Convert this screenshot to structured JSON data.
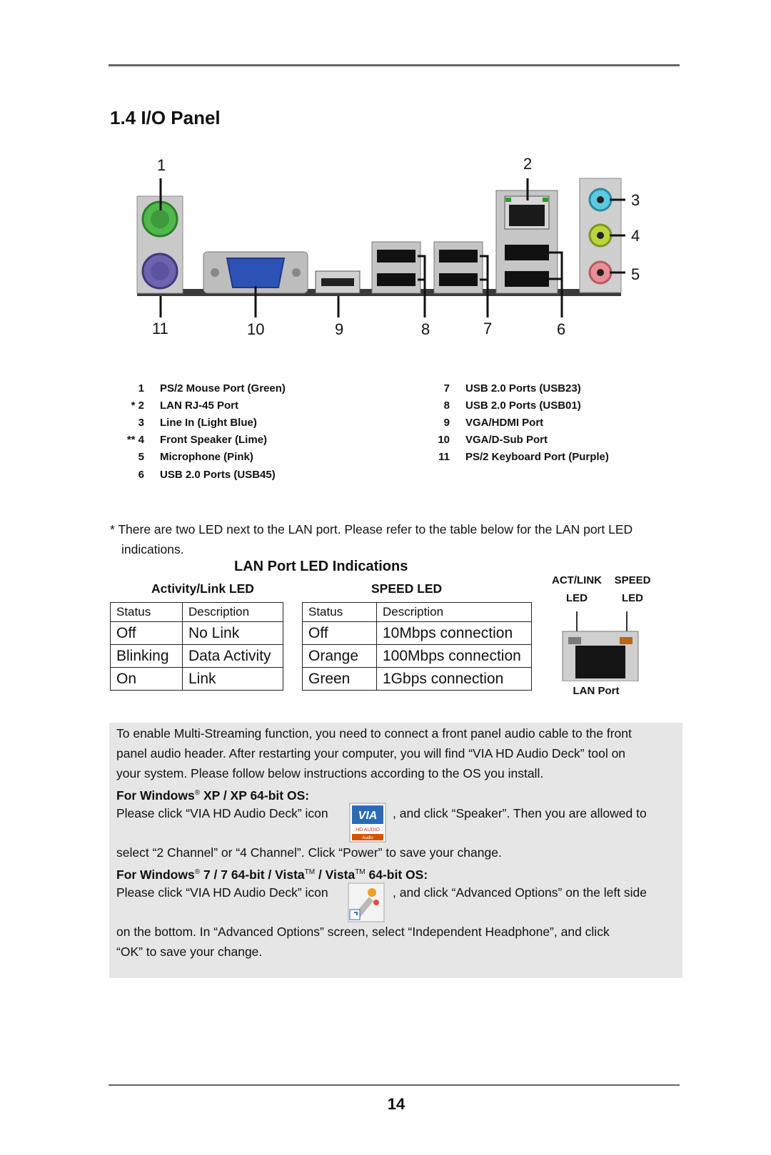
{
  "section_title": "1.4 I/O Panel",
  "diagram": {
    "callouts": [
      "1",
      "2",
      "3",
      "4",
      "5",
      "6",
      "7",
      "8",
      "9",
      "10",
      "11"
    ]
  },
  "legend_left": [
    {
      "num": "1",
      "label": "PS/2  Mouse  Port  (Green)"
    },
    {
      "num": "* 2",
      "label": "LAN  RJ-45  Port"
    },
    {
      "num": "3",
      "label": "Line  In  (Light  Blue)"
    },
    {
      "num": "** 4",
      "label": "Front  Speaker  (Lime)"
    },
    {
      "num": "5",
      "label": "Microphone  (Pink)"
    },
    {
      "num": "6",
      "label": "USB 2.0  Ports  (USB45)"
    }
  ],
  "legend_right": [
    {
      "num": "7",
      "label": "USB 2.0  Ports  (USB23)"
    },
    {
      "num": "8",
      "label": "USB 2.0  Ports  (USB01)"
    },
    {
      "num": "9",
      "label": "VGA/HDMI  Port"
    },
    {
      "num": "10",
      "label": "VGA/D-Sub  Port"
    },
    {
      "num": "11",
      "label": "PS/2  Keyboard  Port  (Purple)"
    }
  ],
  "lan_note": {
    "line1": "* There are two LED next to the LAN port. Please refer to the table below for the LAN port LED",
    "line2": "indications."
  },
  "led_section": {
    "title": "LAN Port LED Indications",
    "activity": {
      "heading": "Activity/Link LED",
      "col_status": "Status",
      "col_desc": "Description",
      "rows": [
        {
          "status": "Off",
          "desc": "No Link"
        },
        {
          "status": "Blinking",
          "desc": "Data Activity"
        },
        {
          "status": "On",
          "desc": "Link"
        }
      ]
    },
    "speed": {
      "heading": "SPEED LED",
      "col_status": "Status",
      "col_desc": "Description",
      "rows": [
        {
          "status": "Off",
          "desc": "10Mbps connection"
        },
        {
          "status": "Orange",
          "desc": "100Mbps connection"
        },
        {
          "status": "Green",
          "desc": "1Gbps connection"
        }
      ]
    },
    "act_link_label_1": "ACT/LINK",
    "act_link_label_2": "LED",
    "speed_label_1": "SPEED",
    "speed_label_2": "LED",
    "lan_port_caption": "LAN Port"
  },
  "multi_streaming": {
    "line1": "To enable Multi-Streaming function, you need to connect a front panel audio cable to the front",
    "line2": "panel audio header. After restarting your computer, you will find “VIA HD Audio Deck” tool on",
    "line3": "your system. Please follow below instructions according to the OS you install.",
    "xp_heading_a": "For Windows",
    "xp_heading_sup": "®",
    "xp_heading_b": " XP / XP 64-bit OS:",
    "xp_line1a": "Please click “VIA HD Audio Deck” icon",
    "xp_line1b": ", and click “Speaker”. Then you are allowed to",
    "xp_line2": "select “2 Channel” or “4 Channel”. Click “Power” to save your change.",
    "w7_heading_a": "For Windows",
    "w7_heading_sup1": "®",
    "w7_heading_b": " 7 / 7 64-bit / Vista",
    "w7_heading_sup2": "TM",
    "w7_heading_c": " / Vista",
    "w7_heading_sup3": "TM",
    "w7_heading_d": " 64-bit OS:",
    "w7_line1a": "Please click “VIA HD Audio Deck” icon",
    "w7_line1b": ", and click “Advanced Options” on the left side",
    "w7_line2": "on the bottom. In “Advanced Options” screen, select “Independent Headphone”, and click",
    "w7_line3": "“OK” to save your change.",
    "via_icon_text_1": "VIA",
    "via_icon_text_2": "HD AUDIO",
    "via_icon_text_3": "Audio"
  },
  "page_number": "14"
}
